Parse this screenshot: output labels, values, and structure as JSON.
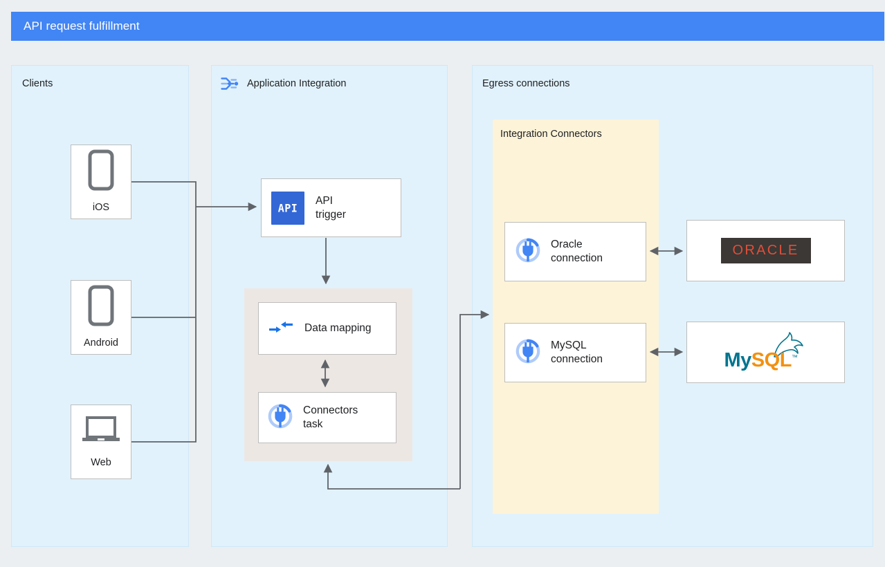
{
  "header": {
    "title": "API request fulfillment",
    "bar_color": "#4285f4"
  },
  "lanes": [
    {
      "id": "clients",
      "label": "Clients"
    },
    {
      "id": "application-integration",
      "label": "Application Integration",
      "icon": "application-integration-icon"
    },
    {
      "id": "egress-connections",
      "label": "Egress connections"
    }
  ],
  "groups": [
    {
      "id": "integration-connectors",
      "label": "Integration Connectors",
      "color": "#fdf3d8"
    },
    {
      "id": "transform-group",
      "label": "",
      "color": "#ede7e4"
    }
  ],
  "clients": [
    {
      "id": "ios",
      "label": "iOS",
      "icon": "mobile-phone-icon"
    },
    {
      "id": "android",
      "label": "Android",
      "icon": "mobile-phone-icon"
    },
    {
      "id": "web",
      "label": "Web",
      "icon": "laptop-icon"
    }
  ],
  "integration_nodes": [
    {
      "id": "api-trigger",
      "label": "API\ntrigger",
      "icon": "api-badge-icon",
      "icon_text": "API"
    },
    {
      "id": "data-mapping",
      "label": "Data mapping",
      "icon": "data-mapping-arrows-icon"
    },
    {
      "id": "connectors-task",
      "label": "Connectors\ntask",
      "icon": "connector-plug-icon"
    }
  ],
  "connections": [
    {
      "id": "oracle-connection",
      "label": "Oracle\nconnection",
      "icon": "connector-plug-icon"
    },
    {
      "id": "mysql-connection",
      "label": "MySQL\nconnection",
      "icon": "connector-plug-icon"
    }
  ],
  "external_systems": [
    {
      "id": "oracle",
      "logo": "oracle-logo",
      "wordmark": "ORACLE",
      "bg": "#3b3835",
      "fg": "#e04e39"
    },
    {
      "id": "mysql",
      "logo": "mysql-logo",
      "wordmark_primary": "My",
      "wordmark_secondary": "SQL",
      "trademark": "™",
      "fg_primary": "#00758f",
      "fg_secondary": "#f29111"
    }
  ],
  "colors": {
    "canvas": "#eceff1",
    "lane": "#e1f2fc",
    "group_yellow": "#fdf3d8",
    "group_beige": "#ede7e4",
    "card": "#ffffff",
    "card_border": "#bdbdbd",
    "wire": "#5f6368",
    "accent_blue": "#4285f4",
    "api_blue": "#3367d6"
  }
}
